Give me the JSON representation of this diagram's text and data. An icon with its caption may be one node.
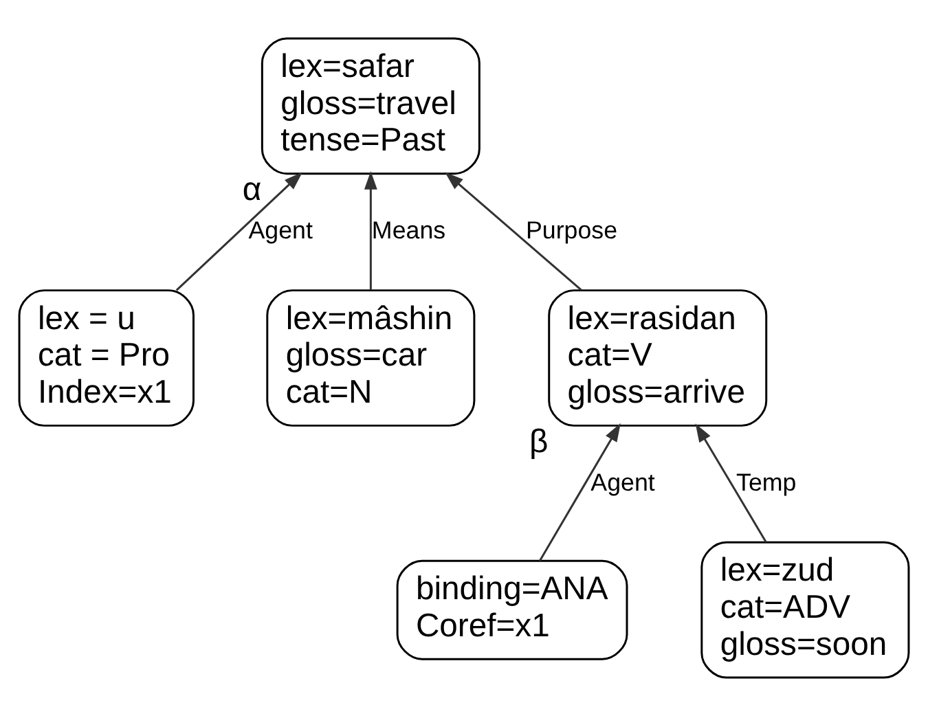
{
  "diagram": {
    "nodes": [
      {
        "text": [
          "lex=safar",
          "gloss=travel",
          "tense=Past"
        ],
        "beside": [
          "α"
        ]
      },
      {
        "text": [
          "lex = u",
          "cat = Pro",
          "Index=x1"
        ]
      },
      {
        "text": [
          "lex=mâshin",
          "gloss=car",
          "cat=N"
        ]
      },
      {
        "text": [
          "lex=rasidan",
          "cat=V",
          "gloss=arrive"
        ],
        "beside": [
          "β"
        ]
      },
      {
        "text": [
          "binding=ANA",
          "Coref=x1"
        ]
      },
      {
        "text": [
          "lex=zud",
          "cat=ADV",
          "gloss=soon"
        ]
      }
    ],
    "edges": [
      {
        "from": 1,
        "to": 0,
        "arrow": "to",
        "label": "Agent"
      },
      {
        "from": 2,
        "to": 0,
        "arrow": "to",
        "label": "Means"
      },
      {
        "from": 3,
        "to": 0,
        "arrow": "to",
        "label": "Purpose"
      },
      {
        "from": 4,
        "to": 3,
        "arrow": "to",
        "label": "Agent"
      },
      {
        "from": 5,
        "to": 3,
        "arrow": "to",
        "label": "Temp"
      }
    ]
  }
}
